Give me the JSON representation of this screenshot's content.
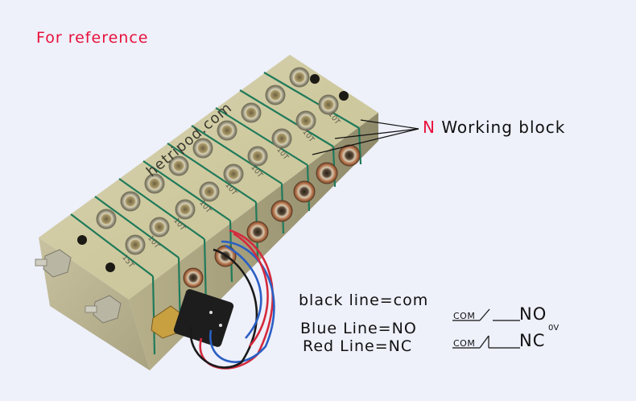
{
  "header": {
    "title": "For reference"
  },
  "callout": {
    "prefix": "N",
    "label": "Working block"
  },
  "product": {
    "watermark": "hetripod.com",
    "block_marks": [
      "15T",
      "10T",
      "10T",
      "10T",
      "10T",
      "10T",
      "10T",
      "10T",
      "10T"
    ]
  },
  "wiring": {
    "black": "black line=com",
    "blue": "Blue Line=NO",
    "red": "Red Line=NC"
  },
  "switch_diagram": {
    "no_row": {
      "com": "COM",
      "terminal": "NO"
    },
    "nc_row": {
      "com": "COM",
      "terminal": "NC"
    },
    "voltage": "0V"
  },
  "colors": {
    "accent_red": "#e8103a",
    "background": "#eef0fa",
    "wire_red": "#d42a3c",
    "wire_blue": "#2a5fc4",
    "wire_black": "#1a1a1a",
    "seal_green": "#1f7a5a"
  }
}
